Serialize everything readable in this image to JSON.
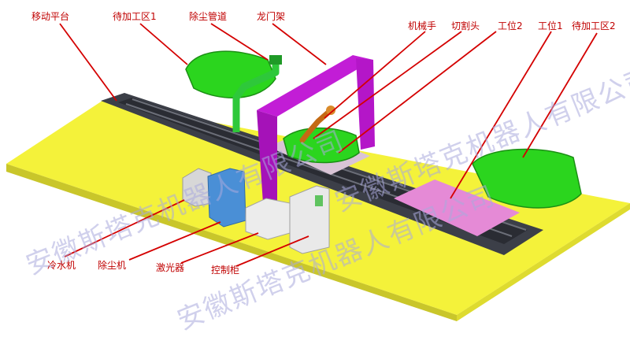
{
  "labels": {
    "mobile_platform": "移动平台",
    "processing_zone_1": "待加工区1",
    "dust_duct": "除尘管道",
    "gantry": "龙门架",
    "robot_arm": "机械手",
    "cutting_head": "切割头",
    "station_2": "工位2",
    "station_1": "工位1",
    "processing_zone_2": "待加工区2",
    "chiller": "冷水机",
    "dust_collector": "除尘机",
    "laser": "激光器",
    "control_cabinet": "控制柜"
  },
  "watermark": "安徽斯塔克机器人有限公司",
  "colors": {
    "floor": "#f4f23a",
    "rail": "#3c3f48",
    "gantry": "#c21dd6",
    "part": "#2bd51e",
    "duct": "#2ec83a",
    "workpiece": "#e58ad6",
    "label_red": "#c00000",
    "cabinet": "#e9e9e9",
    "dust_box": "#4a8fd6"
  }
}
